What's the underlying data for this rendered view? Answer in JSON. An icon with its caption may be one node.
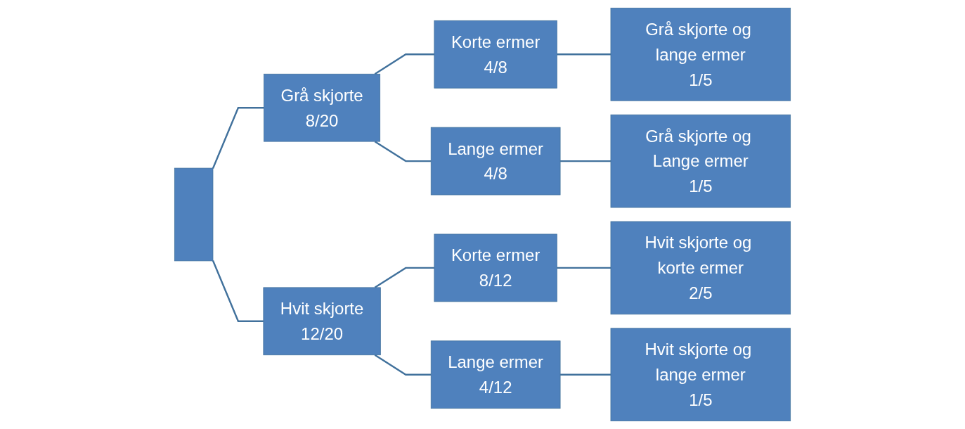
{
  "diagram": {
    "nodes": [
      {
        "text": [],
        "shape": "box"
      },
      {
        "text": [
          "Grå skjorte",
          "8/20"
        ]
      },
      {
        "text": [
          "Hvit skjorte",
          "12/20"
        ]
      },
      {
        "text": [
          "Korte ermer",
          "4/8"
        ]
      },
      {
        "text": [
          "Lange ermer",
          "4/8"
        ]
      },
      {
        "text": [
          "Korte ermer",
          "8/12"
        ]
      },
      {
        "text": [
          "Lange ermer",
          "4/12"
        ]
      },
      {
        "text": [
          "Grå skjorte og lange ermer",
          "1/5"
        ]
      },
      {
        "text": [
          "Grå skjorte og Lange ermer",
          "1/5"
        ]
      },
      {
        "text": [
          "Hvit skjorte og korte ermer",
          "2/5"
        ]
      },
      {
        "text": [
          "Hvit skjorte og lange ermer",
          "1/5"
        ]
      }
    ],
    "edges": [
      {
        "from": 0,
        "to": 1,
        "arrow": "none"
      },
      {
        "from": 0,
        "to": 2,
        "arrow": "none"
      },
      {
        "from": 1,
        "to": 3,
        "arrow": "none"
      },
      {
        "from": 1,
        "to": 4,
        "arrow": "none"
      },
      {
        "from": 2,
        "to": 5,
        "arrow": "none"
      },
      {
        "from": 2,
        "to": 6,
        "arrow": "none"
      },
      {
        "from": 3,
        "to": 7,
        "arrow": "none"
      },
      {
        "from": 4,
        "to": 8,
        "arrow": "none"
      },
      {
        "from": 5,
        "to": 9,
        "arrow": "none"
      },
      {
        "from": 6,
        "to": 10,
        "arrow": "none"
      }
    ]
  }
}
